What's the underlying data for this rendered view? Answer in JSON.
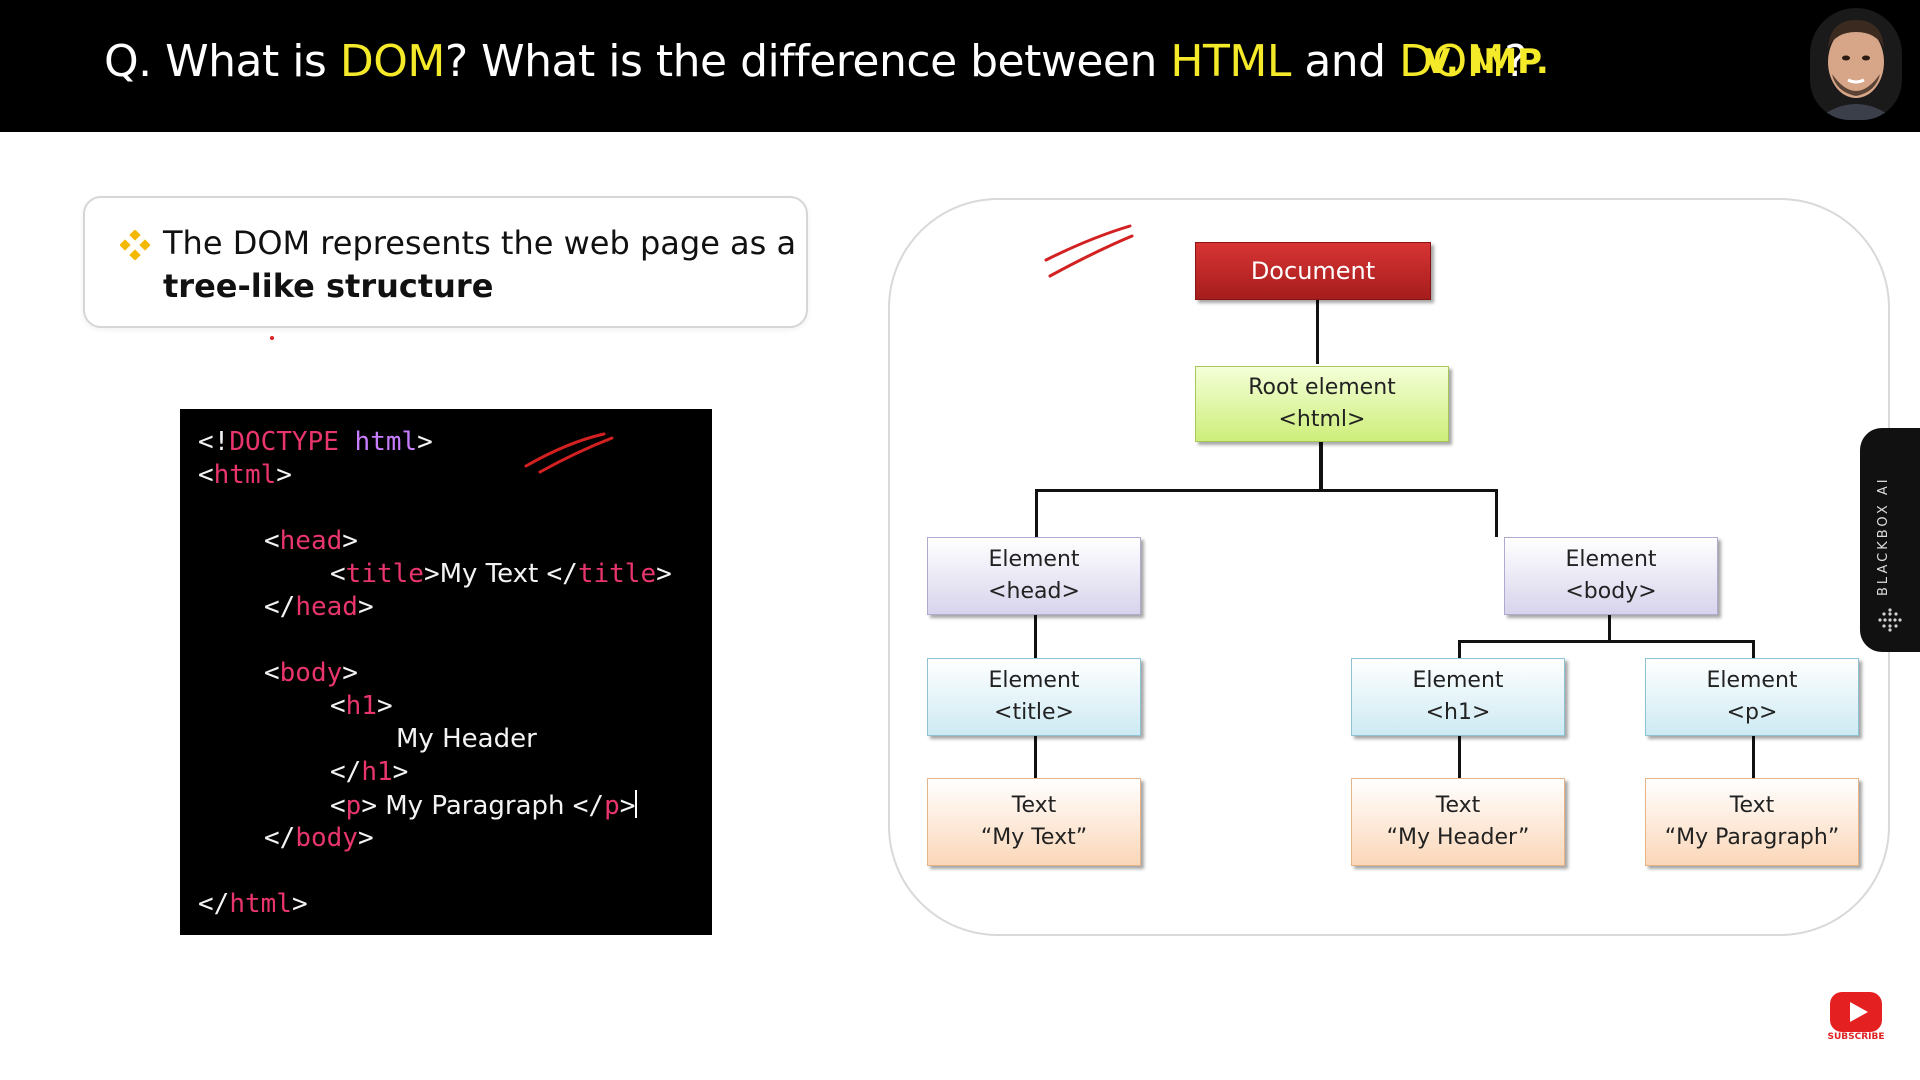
{
  "header": {
    "title_parts": [
      "Q. What is ",
      "DOM",
      "? What is the difference between ",
      "HTML",
      " and ",
      "DOM",
      "?"
    ],
    "importance": "V. IMP."
  },
  "callout": {
    "text": "The DOM represents the web page as a",
    "bold_text": "tree-like structure"
  },
  "code": {
    "lines": [
      {
        "indent": 0,
        "parts": [
          [
            "p",
            "<!"
          ],
          [
            "kw",
            "DOCTYPE"
          ],
          [
            "p",
            " "
          ],
          [
            "attr",
            "html"
          ],
          [
            "p",
            ">"
          ]
        ]
      },
      {
        "indent": 0,
        "parts": [
          [
            "p",
            "<"
          ],
          [
            "tag",
            "html"
          ],
          [
            "p",
            ">"
          ]
        ]
      },
      {
        "indent": 2,
        "parts": [
          [
            "p",
            "<"
          ],
          [
            "tag",
            "head"
          ],
          [
            "p",
            ">"
          ]
        ]
      },
      {
        "indent": 4,
        "parts": [
          [
            "p",
            "<"
          ],
          [
            "tag",
            "title"
          ],
          [
            "p",
            ">"
          ],
          [
            "txt",
            "My Text "
          ],
          [
            "p",
            "</"
          ],
          [
            "tag",
            "title"
          ],
          [
            "p",
            ">"
          ]
        ]
      },
      {
        "indent": 2,
        "parts": [
          [
            "p",
            "</"
          ],
          [
            "tag",
            "head"
          ],
          [
            "p",
            ">"
          ]
        ]
      },
      {
        "indent": 2,
        "parts": [
          [
            "p",
            "<"
          ],
          [
            "tag",
            "body"
          ],
          [
            "p",
            ">"
          ]
        ]
      },
      {
        "indent": 4,
        "parts": [
          [
            "p",
            "<"
          ],
          [
            "tag",
            "h1"
          ],
          [
            "p",
            ">"
          ]
        ]
      },
      {
        "indent": 6,
        "parts": [
          [
            "txt",
            "My Header"
          ]
        ]
      },
      {
        "indent": 4,
        "parts": [
          [
            "p",
            "</"
          ],
          [
            "tag",
            "h1"
          ],
          [
            "p",
            ">"
          ]
        ]
      },
      {
        "indent": 4,
        "parts": [
          [
            "p",
            "<"
          ],
          [
            "tag",
            "p"
          ],
          [
            "p",
            ">"
          ],
          [
            "txt",
            " My Paragraph "
          ],
          [
            "p",
            "</"
          ],
          [
            "tag",
            "p"
          ],
          [
            "p",
            ">"
          ]
        ]
      },
      {
        "indent": 2,
        "parts": [
          [
            "p",
            "</"
          ],
          [
            "tag",
            "body"
          ],
          [
            "p",
            ">"
          ]
        ]
      },
      {
        "indent": 0,
        "parts": [
          [
            "p",
            "</"
          ],
          [
            "tag",
            "html"
          ],
          [
            "p",
            ">"
          ]
        ]
      }
    ]
  },
  "tree": {
    "document": "Document",
    "root": [
      "Root element",
      "<html>"
    ],
    "head": [
      "Element",
      "<head>"
    ],
    "body": [
      "Element",
      "<body>"
    ],
    "title_el": [
      "Element",
      "<title>"
    ],
    "h1_el": [
      "Element",
      "<h1>"
    ],
    "p_el": [
      "Element",
      "<p>"
    ],
    "text_title": [
      "Text",
      "“My Text”"
    ],
    "text_h1": [
      "Text",
      "“My Header”"
    ],
    "text_p": [
      "Text",
      "“My Paragraph”"
    ]
  },
  "widgets": {
    "blackbox_label": "BLACKBOX AI",
    "subscribe_label": "SUBSCRIBE"
  },
  "colors": {
    "highlight": "#f5ea2a",
    "code_tag": "#e8356b",
    "code_attr": "#c77dff",
    "document_node": "#c62828",
    "root_node": "#d6f08a"
  }
}
